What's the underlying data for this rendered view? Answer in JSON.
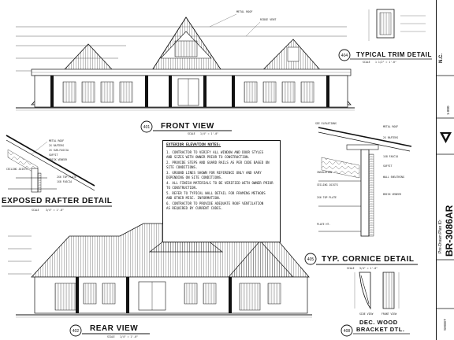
{
  "views": {
    "front": {
      "title": "FRONT VIEW",
      "number": "401",
      "scale": "1/4\" = 1'-0\""
    },
    "rear": {
      "title": "REAR VIEW",
      "number": "402",
      "scale": "1/4\" = 1'-0\""
    },
    "trim": {
      "title": "TYPICAL TRIM DETAIL",
      "number": "404",
      "scale": "1 1/2\" = 1'-0\""
    },
    "rafter": {
      "title": "EXPOSED RAFTER DETAIL",
      "scale": "3/4\" = 1'-0\""
    },
    "cornice": {
      "title": "TYP. CORNICE DETAIL",
      "number": "405",
      "scale": "3/4\" = 1'-0\""
    },
    "bracket": {
      "title_line1": "DEC. WOOD",
      "title_line2": "BRACKET DTL.",
      "number": "408",
      "label_side": "SIDE VIEW",
      "label_front": "FRONT VIEW"
    }
  },
  "scale_label": "SCALE",
  "notes": {
    "heading": "EXTERIOR ELEVATION NOTES:",
    "lines": [
      "1. CONTRACTOR TO VERIFY ALL WINDOW AND DOOR STYLES",
      "AND SIZES WITH OWNER PRIOR TO CONSTRUCTION.",
      "2. PROVIDE STEPS AND GUARD RAILS AS PER CODE BASED ON",
      "SITE CONDITIONS.",
      "3. GROUND LINES SHOWN FOR REFERENCE ONLY AND VARY",
      "DEPENDING ON SITE CONDITIONS.",
      "4. ALL FINISH MATERIALS TO BE VERIFIED WITH OWNER PRIOR",
      "TO CONSTRUCTION.",
      "5. REFER TO TYPICAL WALL DETAIL FOR FRAMING METHODS",
      "AND OTHER MISC. INFORMATION.",
      "6. CONTRACTOR TO PROVIDE ADEQUATE ROOF VENTILATION",
      "AS REQUIRED BY CURRENT CODES."
    ]
  },
  "title_block": {
    "plan_id_label": "Pre-Drawn Plan ID:",
    "plan_id": "BR-3086AR",
    "company_abbrev": "N.C.",
    "phone": "1-800",
    "sheet_label": "SHEET"
  },
  "annotations": {
    "metal_roof": "METAL ROOF",
    "ridge_vent": "RIDGE VENT",
    "see_elevations": "SEE ELEVATIONS",
    "insulation": "INSULATION",
    "ceiling_joists": "CEILING JOISTS",
    "top_plate": "2X6 TOP PLATE",
    "fascia": "1X8 FASCIA",
    "soffit": "SOFFIT",
    "brick": "BRICK VENEER",
    "wall_sheathing": "WALL SHEATHING",
    "rafters": "2X RAFTERS",
    "sub_fascia": "2X SUB-FASCIA",
    "plate_height": "PLATE HT."
  }
}
